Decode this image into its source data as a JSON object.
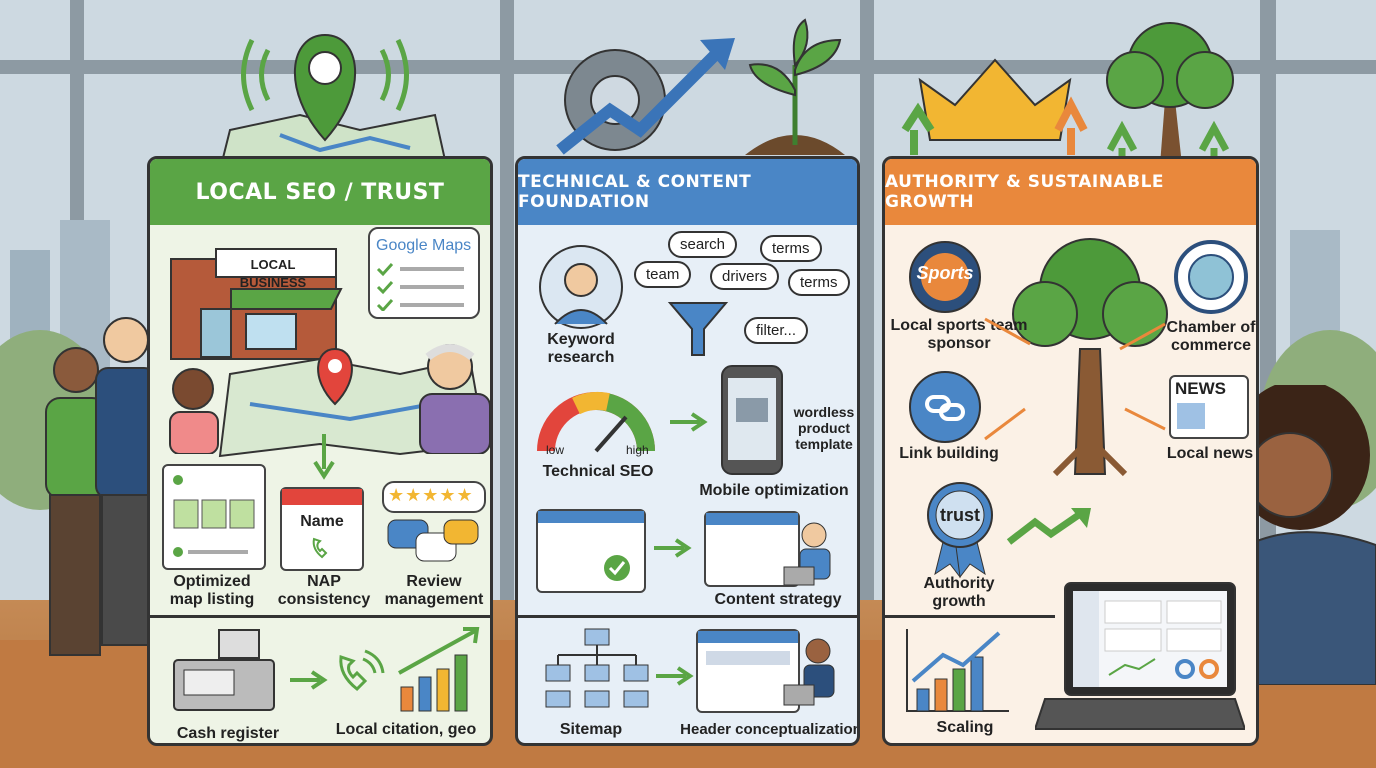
{
  "panels": {
    "local": {
      "title": "LOCAL SEO / TRUST",
      "shop_sign": "LOCAL BUSINESS",
      "maps_label": "Google Maps",
      "items": [
        "Optimized map listing",
        "NAP consistency",
        "Review management"
      ],
      "nap_card_text": "Name",
      "bottom": [
        "Cash register",
        "Local citation, geo"
      ]
    },
    "technical": {
      "title": "TECHNICAL & CONTENT FOUNDATION",
      "keyword_bubbles": [
        "search",
        "terms",
        "team",
        "drivers",
        "terms",
        "filter..."
      ],
      "keyword_label": "Keyword research",
      "gauge_low": "low",
      "gauge_high": "high",
      "technical_label": "Technical SEO",
      "template_label": "wordless product template",
      "mobile_label": "Mobile optimization",
      "content_label": "Content strategy",
      "bottom": [
        "Sitemap",
        "Header conceptualization"
      ]
    },
    "authority": {
      "title": "AUTHORITY & SUSTAINABLE GROWTH",
      "sports_logo_text": "Sports",
      "sports_label": "Local sports team sponsor",
      "chamber_label": "Chamber of commerce",
      "link_label": "Link building",
      "news_icon_text": "NEWS",
      "news_label": "Local news",
      "trust_badge_text": "trust",
      "authority_label": "Authority growth",
      "bottom": "Scaling"
    }
  },
  "colors": {
    "green": "#5aa545",
    "blue": "#4a86c6",
    "orange": "#e9883c"
  }
}
